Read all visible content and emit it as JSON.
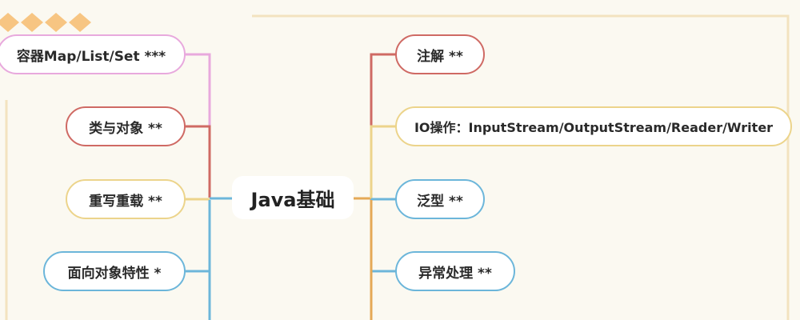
{
  "root": {
    "label": "Java基础"
  },
  "colors": {
    "background": "#fbf9f1",
    "pink": "#e8a9dd",
    "red": "#cf6a64",
    "yellow": "#ecd48b",
    "blue": "#6cb6da",
    "orange": "#e5a957",
    "frame": "#f3e3bf",
    "diamond": "#f6b45e"
  },
  "left_branches": [
    {
      "label": "容器Map/List/Set ***",
      "color": "pink"
    },
    {
      "label": "类与对象 **",
      "color": "red"
    },
    {
      "label": "重写重载 **",
      "color": "yellow"
    },
    {
      "label": "面向对象特性 *",
      "color": "blue"
    }
  ],
  "right_branches": [
    {
      "label": "注解 **",
      "color": "red"
    },
    {
      "label": "IO操作：InputStream/OutputStream/Reader/Writer",
      "color": "yellow"
    },
    {
      "label": "泛型 **",
      "color": "blue"
    },
    {
      "label": "异常处理 **",
      "color": "blue"
    }
  ]
}
